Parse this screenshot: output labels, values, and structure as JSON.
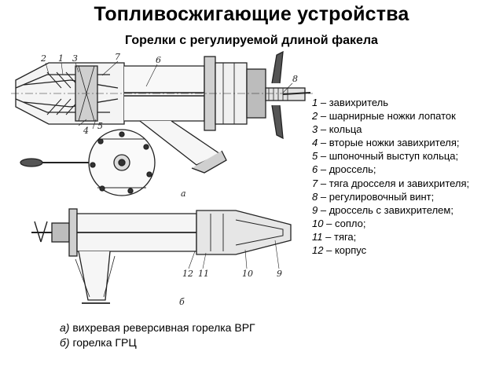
{
  "title": "Топливосжигающие устройства",
  "subtitle": "Горелки с регулируемой длиной факела",
  "legend": [
    {
      "num": "1",
      "text": "завихритель"
    },
    {
      "num": "2",
      "text": "шарнирные ножки лопаток"
    },
    {
      "num": "3",
      "text": "кольца"
    },
    {
      "num": "4",
      "text": "вторые ножки завихрителя;"
    },
    {
      "num": "5",
      "text": "шпоночный выступ кольца;"
    },
    {
      "num": "6",
      "text": "дроссель;"
    },
    {
      "num": "7",
      "text": "тяга дросселя и завихрителя;"
    },
    {
      "num": "8",
      "text": "регулировочный винт;"
    },
    {
      "num": "9",
      "text": "дроссель с завихрителем;"
    },
    {
      "num": "10",
      "text": "сопло;"
    },
    {
      "num": "11",
      "text": "тяга;"
    },
    {
      "num": "12",
      "text": "корпус"
    }
  ],
  "dash": "–",
  "captions": [
    {
      "letter": "а)",
      "text": "вихревая реверсивная горелка ВРГ"
    },
    {
      "letter": "б)",
      "text": "горелка ГРЦ"
    }
  ],
  "drawing": {
    "part_labels_top": [
      "2",
      "1",
      "3",
      "7",
      "6",
      "8",
      "4",
      "5"
    ],
    "view_label_a": "а",
    "part_labels_bottom": [
      "12",
      "11",
      "10",
      "9"
    ],
    "view_label_b": "б"
  }
}
